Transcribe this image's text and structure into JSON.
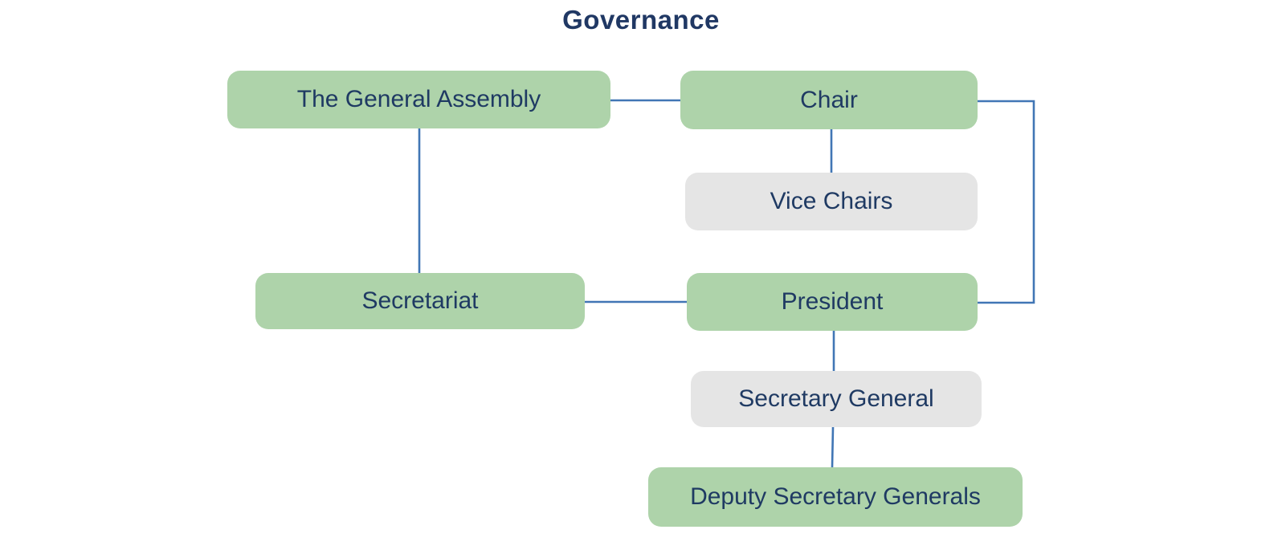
{
  "title": "Governance",
  "diagram_type": "org-chart",
  "colors": {
    "background": "#ffffff",
    "node_green": "#aed3aa",
    "node_gray": "#e5e5e5",
    "connector_blue": "#4176b5",
    "text_navy": "#1f3a63",
    "title_navy": "#203864"
  },
  "nodes": [
    {
      "id": "general-assembly",
      "label": "The General Assembly",
      "variant": "green"
    },
    {
      "id": "chair",
      "label": "Chair",
      "variant": "green"
    },
    {
      "id": "vice-chairs",
      "label": "Vice Chairs",
      "variant": "gray"
    },
    {
      "id": "secretariat",
      "label": "Secretariat",
      "variant": "green"
    },
    {
      "id": "president",
      "label": "President",
      "variant": "green"
    },
    {
      "id": "secretary-general",
      "label": "Secretary General",
      "variant": "gray"
    },
    {
      "id": "deputy-secretary-generals",
      "label": "Deputy Secretary Generals",
      "variant": "green"
    }
  ],
  "edges": [
    {
      "from": "general-assembly",
      "to": "chair"
    },
    {
      "from": "chair",
      "to": "vice-chairs"
    },
    {
      "from": "general-assembly",
      "to": "secretariat"
    },
    {
      "from": "secretariat",
      "to": "president"
    },
    {
      "from": "chair",
      "to": "president"
    },
    {
      "from": "president",
      "to": "secretary-general"
    },
    {
      "from": "secretary-general",
      "to": "deputy-secretary-generals"
    }
  ]
}
